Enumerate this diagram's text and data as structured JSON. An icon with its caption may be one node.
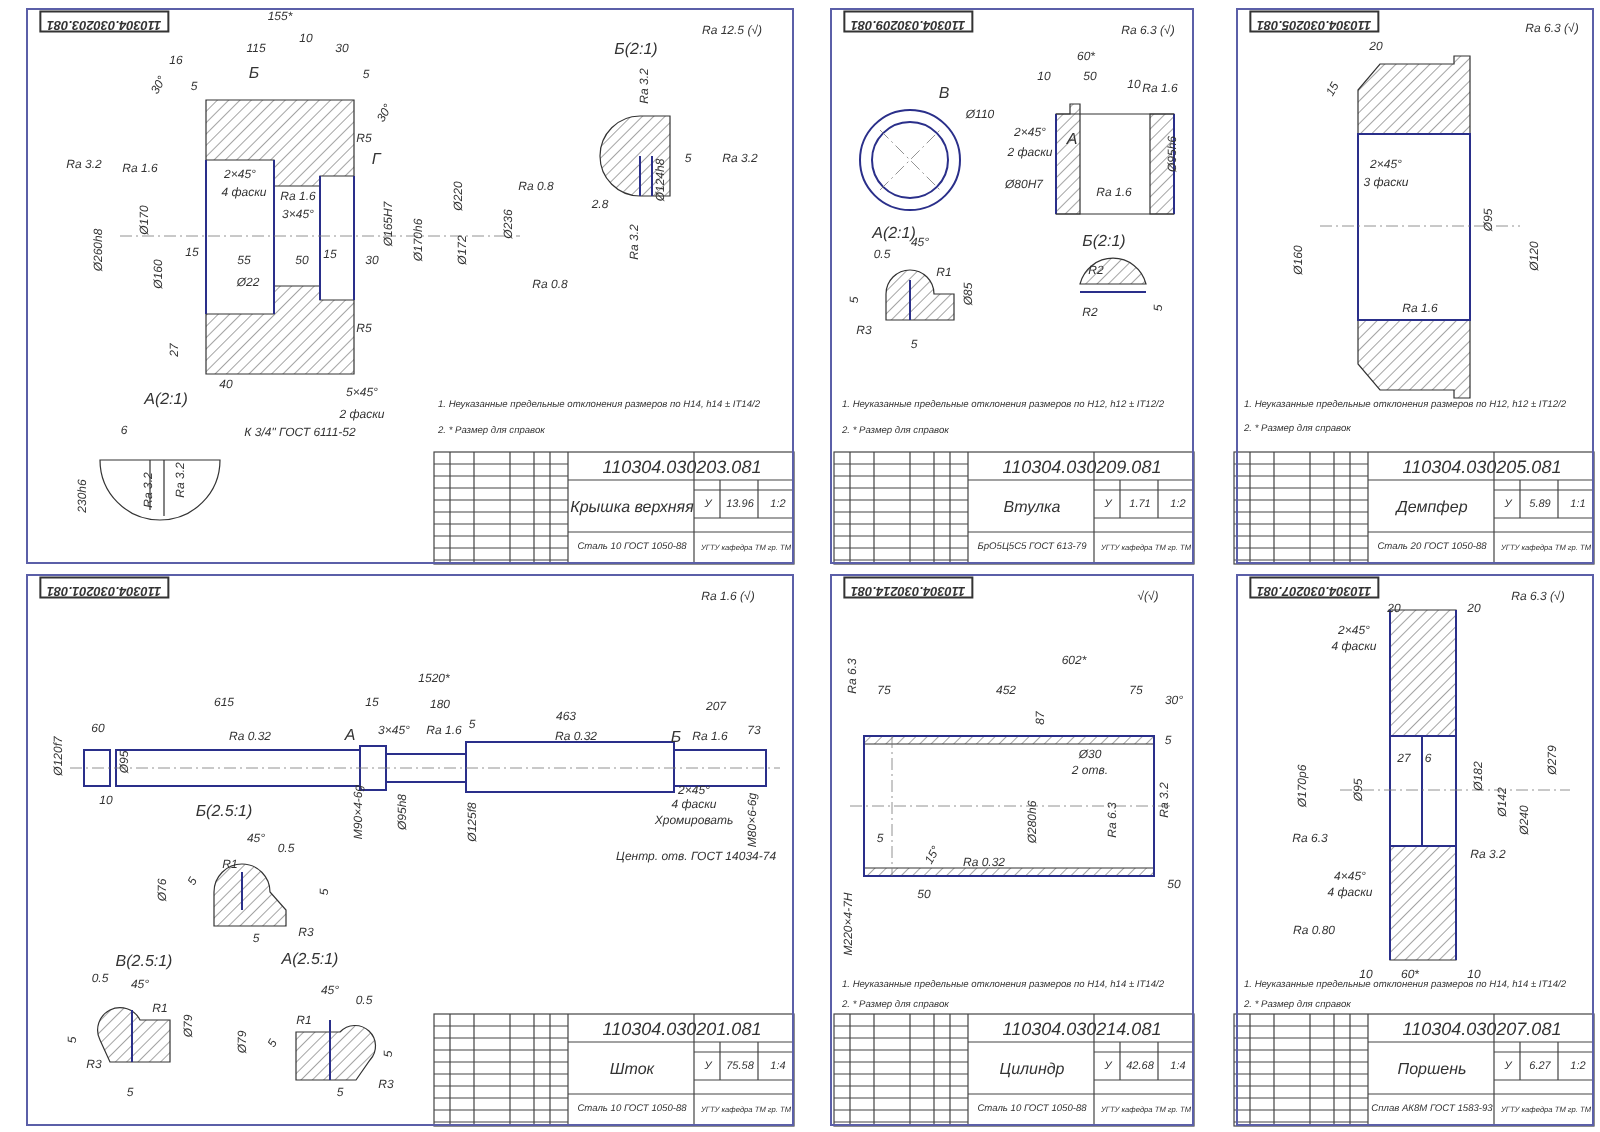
{
  "diagram": {
    "nodes": [
      {
        "text": [
          "110304.030203.081",
          "Ra 12.5 (√)",
          "1. Неуказанные предельные отклонения размеров по Н14, h14 ± IT14/2",
          "2. * Размер для справок",
          "110304.030203.081",
          "Крышка верхняя",
          "Сталь 10 ГОСТ 1050-88",
          "У",
          "13.96",
          "1:2",
          "УГТУ кафедра ТМ гр. ТМ"
        ]
      },
      {
        "text": [
          "110304.030209.081",
          "Ra 6.3 (√)",
          "1. Неуказанные предельные отклонения размеров по Н12, h12 ± IT12/2",
          "2. * Размер для справок",
          "110304.030209.081",
          "Втулка",
          "БрО5Ц5С5 ГОСТ 613-79",
          "У",
          "1.71",
          "1:2",
          "УГТУ кафедра ТМ гр. ТМ"
        ]
      },
      {
        "text": [
          "110304.030205.081",
          "Ra 6.3 (√)",
          "1. Неуказанные предельные отклонения размеров по Н12, h12 ± IT12/2",
          "2. * Размер для справок",
          "110304.030205.081",
          "Демпфер",
          "Сталь 20 ГОСТ 1050-88",
          "У",
          "5.89",
          "1:1",
          "УГТУ кафедра ТМ гр. ТМ"
        ]
      },
      {
        "text": [
          "110304.030201.081",
          "Ra 1.6 (√)",
          "110304.030201.081",
          "Шток",
          "Сталь 10 ГОСТ 1050-88",
          "У",
          "75.58",
          "1:4",
          "УГТУ кафедра ТМ гр. ТМ"
        ]
      },
      {
        "text": [
          "110304.030214.081",
          "√(√)",
          "1. Неуказанные предельные отклонения размеров по Н14, h14 ± IT14/2",
          "2. * Размер для справок",
          "110304.030214.081",
          "Цилиндр",
          "Сталь 10 ГОСТ 1050-88",
          "У",
          "42.68",
          "1:4",
          "УГТУ кафедра ТМ гр. ТМ"
        ]
      },
      {
        "text": [
          "110304.030207.081",
          "Ra 6.3 (√)",
          "1. Неуказанные предельные отклонения размеров по Н14, h14 ± IT14/2",
          "2. * Размер для справок",
          "110304.030207.081",
          "Поршень",
          "Сплав АК8М ГОСТ 1583-93",
          "У",
          "6.27",
          "1:2",
          "УГТУ кафедра ТМ гр. ТМ"
        ]
      }
    ],
    "labels": [
      "155*",
      "115",
      "10",
      "30",
      "16",
      "5",
      "Б",
      "30°",
      "5",
      "30°",
      "R5",
      "Г",
      "Ra 3.2",
      "Ra 1.6",
      "2×45°",
      "4 фаски",
      "Ra 1.6",
      "3×45°",
      "Ra 0.8",
      "Ø170",
      "Ø260h8",
      "Ø160",
      "15",
      "55",
      "50",
      "15",
      "30",
      "Ø165H7",
      "Ø170h6",
      "Ø220",
      "Ø172",
      "Ø236",
      "Ø22",
      "Ra 0.8",
      "R5",
      "27",
      "40",
      "А(2:1)",
      "5×45°",
      "2 фаски",
      "К 3/4\" ГОСТ 6111-52",
      "Б(2:1)",
      "Ra 3.2",
      "5",
      "Ra 3.2",
      "Ø124h8",
      "2.8",
      "Ra 3.2",
      "6",
      "230h6",
      "Ra 3.2",
      "Ra 3.2",
      "В",
      "Ø110",
      "Ø80H7",
      "60*",
      "10",
      "50",
      "10",
      "Ra 1.6",
      "2×45°",
      "2 фаски",
      "А",
      "Ø95h6",
      "Ra 1.6",
      "А(2:1)",
      "45°",
      "0.5",
      "R1",
      "5",
      "R3",
      "5",
      "Ø85",
      "Б(2:1)",
      "R2",
      "R2",
      "5",
      "20",
      "15",
      "2×45°",
      "3 фаски",
      "Ø160",
      "Ø95",
      "Ø120",
      "Ra 1.6",
      "1520*",
      "615",
      "15",
      "180",
      "463",
      "207",
      "60",
      "Ra 0.32",
      "А",
      "3×45°",
      "Ra 1.6",
      "5",
      "Ra 0.32",
      "Б",
      "Ra 1.6",
      "73",
      "Ø120f7",
      "Ø95",
      "10",
      "M90×4-6g",
      "Ø95h8",
      "Ø125f8",
      "2×45°",
      "4 фаски",
      "Хромировать",
      "M80×6-6g",
      "Центр. отв. ГОСТ 14034-74",
      "Б(2.5:1)",
      "45°",
      "0.5",
      "R1",
      "Ø76",
      "5",
      "5",
      "R3",
      "5",
      "В(2.5:1)",
      "0.5",
      "45°",
      "R1",
      "Ø79",
      "5",
      "R3",
      "5",
      "А(2.5:1)",
      "45°",
      "0.5",
      "R1",
      "Ø79",
      "5",
      "5",
      "R3",
      "5",
      "602*",
      "75",
      "452",
      "75",
      "30°",
      "Ra 6.3",
      "87",
      "5",
      "Ø30",
      "2 отв.",
      "Ø280h6",
      "Ra 6.3",
      "Ra 3.2",
      "5",
      "15°",
      "Ra 0.32",
      "50",
      "50",
      "M220×4-7H",
      "20",
      "20",
      "2×45°",
      "4 фаски",
      "Ø95",
      "Ø170p6",
      "27",
      "6",
      "Ø182",
      "Ø142",
      "Ø240",
      "Ø279",
      "Ra 6.3",
      "Ra 3.2",
      "4×45°",
      "4 фаски",
      "Ra 0.80",
      "10",
      "60*",
      "10"
    ]
  }
}
